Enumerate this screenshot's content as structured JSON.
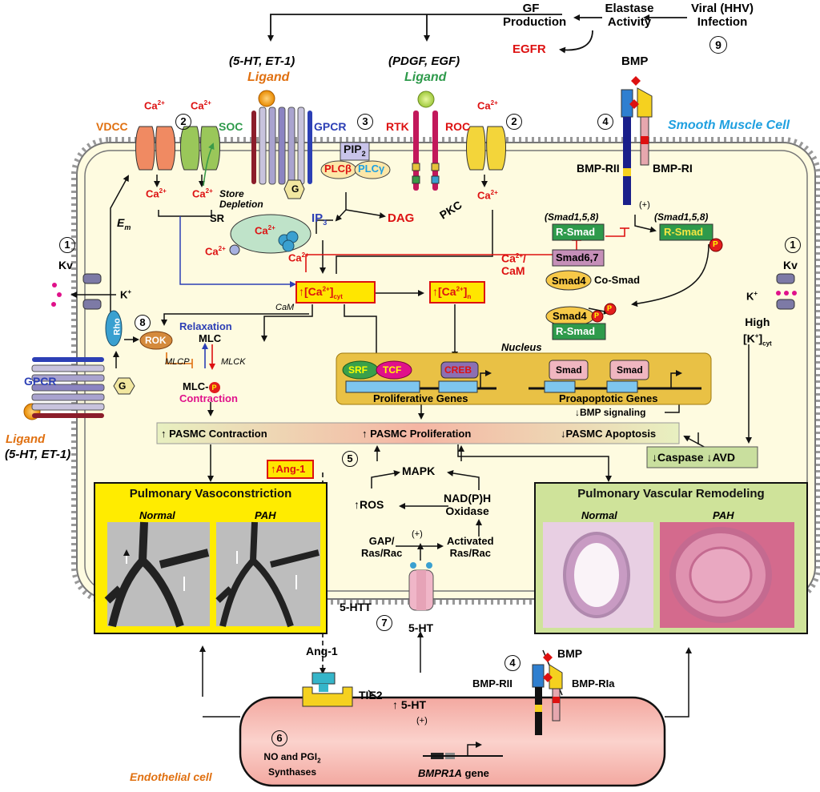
{
  "top": {
    "gf_production": [
      "GF",
      "Production"
    ],
    "elastase_activity": [
      "Elastase",
      "Activity"
    ],
    "viral_infection": [
      "Viral (HHV)",
      "Infection"
    ],
    "egfr": "EGFR",
    "circle9": "9",
    "ligand_left_names": "(5-HT, ET-1)",
    "ligand_left": "Ligand",
    "ligand_right_names": "(PDGF, EGF)",
    "ligand_right": "Ligand",
    "bmp_top": "BMP"
  },
  "cell": {
    "title": "Smooth Muscle Cell",
    "vdcc": "VDCC",
    "soc": "SOC",
    "gpcr": "GPCR",
    "rtk": "RTK",
    "roc": "ROC",
    "ca": "Ca",
    "ca_sup": "2+",
    "circle2": "2",
    "circle3": "3",
    "circle4": "4",
    "circle1": "1",
    "circle8": "8",
    "circle5": "5",
    "circle7": "7",
    "circle6": "6",
    "pip2": "PIP",
    "pip2_sub": "2",
    "plcb": "PLCβ",
    "plcg": "PLCγ",
    "g": "G",
    "store_depletion": [
      "Store",
      "Depletion"
    ],
    "sr": "SR",
    "ip3": "IP",
    "ip3_sub": "3",
    "dag": "DAG",
    "pkc": "PKC",
    "em": "E",
    "em_sub": "m",
    "kv": "Kv",
    "k": "K",
    "k_sup": "+",
    "ca_cyt": "↑[Ca",
    "ca_cyt_sub": "cyt",
    "ca_n": "↑[Ca",
    "ca_n_sub": "n",
    "cam": "CaM",
    "ca_cam": [
      "Ca",
      "/",
      "CaM"
    ],
    "bmp_rii": "BMP-RII",
    "bmp_ri": "BMP-RI",
    "plus": "(+)",
    "smad158_left": "(Smad1,5,8)",
    "smad158_right": "(Smad1,5,8)",
    "r_smad": "R-Smad",
    "smad67": "Smad6,7",
    "smad4": "Smad4",
    "co_smad": "Co-Smad",
    "p": "P",
    "high_k": [
      "High",
      "[K",
      "]"
    ],
    "high_k_sub": "cyt",
    "rho": "Rho",
    "rok": "ROK",
    "relaxation": "Relaxation",
    "mlc": "MLC",
    "mlcp": "MLCP",
    "mlck": "MLCK",
    "mlc_p": "MLC-",
    "contraction": "Contraction",
    "ligand_lower": "Ligand",
    "ligand_lower_names": "(5-HT, ET-1)",
    "nucleus": "Nucleus",
    "srf": "SRF",
    "tcf": "TCF",
    "creb": "CREB",
    "smad": "Smad",
    "proliferative_genes": "Proliferative Genes",
    "proapoptotic_genes": "Proapoptotic Genes",
    "bmp_signaling": "↓BMP signaling",
    "pasmc_contraction": "↑ PASMC Contraction",
    "pasmc_proliferation": "↑ PASMC Proliferation",
    "pasmc_apoptosis": "↓PASMC Apoptosis",
    "caspase_avd": "↓Caspase ↓AVD",
    "ang1_up": "↑Ang-1",
    "mapk": "MAPK",
    "ros": "↑ROS",
    "nadph": [
      "NAD(P)H",
      "Oxidase"
    ],
    "gap": [
      "GAP/",
      "Ras/Rac"
    ],
    "activated": [
      "Activated",
      "Ras/Rac"
    ],
    "htt": "5-HTT",
    "ht5": "5-HT"
  },
  "panels": {
    "vasoconstriction": "Pulmonary Vasoconstriction",
    "remodeling": "Pulmonary Vascular Remodeling",
    "normal": "Normal",
    "pah": "PAH"
  },
  "endo": {
    "title": "Endothelial cell",
    "ang1": "Ang-1",
    "tie2": "TIE2",
    "ht5": "↑ 5-HT",
    "plus": "(+)",
    "no_pgi": [
      "NO and PGI",
      "Synthases"
    ],
    "no_pgi_sub": "2",
    "bmpr1a": "BMPR1A",
    "gene": "gene",
    "bmp": "BMP",
    "bmp_rii": "BMP-RII",
    "bmp_ria": "BMP-RIa"
  },
  "colors": {
    "cell_fill": "#fefbe0",
    "membrane": "#8a8a8a",
    "endo_fill": "#f5b3ad",
    "yellow_panel": "#ffec00",
    "green_panel": "#cfe39a",
    "nucleus": "#e9c145",
    "bar_fill": "#f3c3a8",
    "green_box": "#c9df9e"
  }
}
